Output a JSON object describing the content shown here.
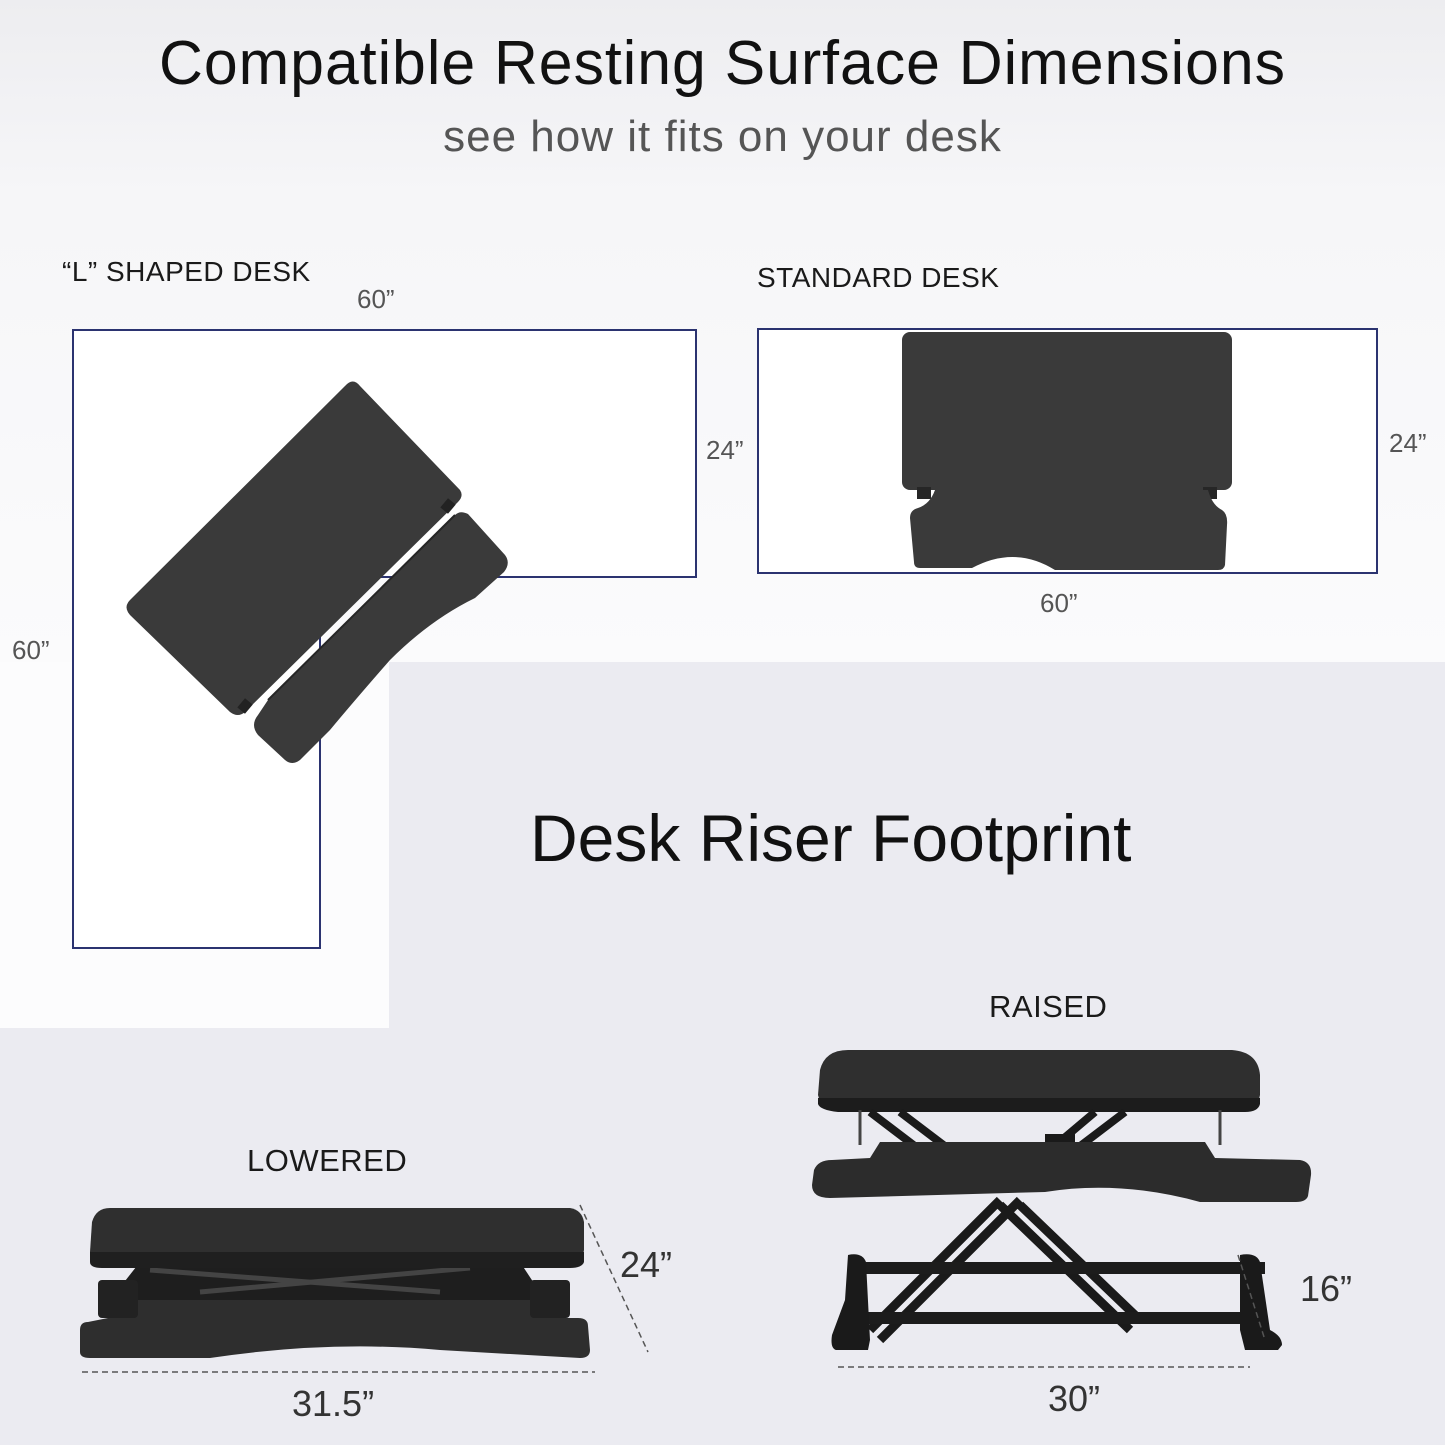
{
  "header": {
    "title": "Compatible Resting Surface Dimensions",
    "subtitle": "see how it fits on your desk"
  },
  "l_desk": {
    "label": "“L” SHAPED DESK",
    "top_width": "60”",
    "depth": "24”",
    "side_length": "60”"
  },
  "standard_desk": {
    "label": "STANDARD DESK",
    "width": "60”",
    "depth": "24”"
  },
  "footprint": {
    "title": "Desk Riser Footprint",
    "lowered": {
      "label": "LOWERED",
      "width": "31.5”",
      "depth": "24”"
    },
    "raised": {
      "label": "RAISED",
      "width": "30”",
      "depth": "16”"
    }
  },
  "colors": {
    "desk_outline": "#2b3370",
    "riser_surface": "#3a3a3a",
    "background": "#ebebf1",
    "panel": "#fcfcfd"
  }
}
